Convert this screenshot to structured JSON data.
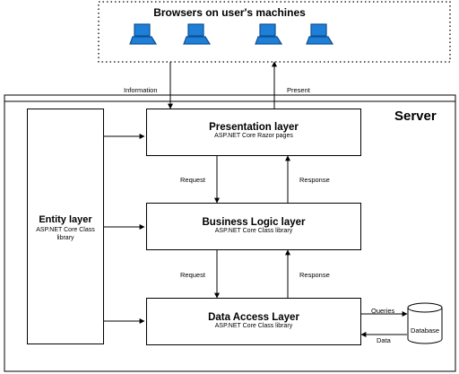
{
  "title": "Browsers on user's machines",
  "server_label": "Server",
  "arrows": {
    "information": "Information",
    "present": "Present",
    "request_1": "Request",
    "response_1": "Response",
    "request_2": "Request",
    "response_2": "Response",
    "queries": "Queries",
    "data": "Data"
  },
  "layers": {
    "presentation": {
      "name": "Presentation layer",
      "tech": "ASP.NET Core Razor pages"
    },
    "business": {
      "name": "Business Logic layer",
      "tech": "ASP.NET Core Class library"
    },
    "data_access": {
      "name": "Data Access Layer",
      "tech": "ASP.NET Core Class library"
    },
    "entity": {
      "name": "Entity layer",
      "tech": "ASP.NET Core Class library"
    }
  },
  "database": {
    "label": "Database"
  },
  "icons": [
    "laptop-icon",
    "laptop-icon",
    "laptop-icon",
    "laptop-icon"
  ],
  "colors": {
    "laptop_blue": "#1e7fd8",
    "laptop_dark": "#0d4f92",
    "line": "#000000"
  }
}
